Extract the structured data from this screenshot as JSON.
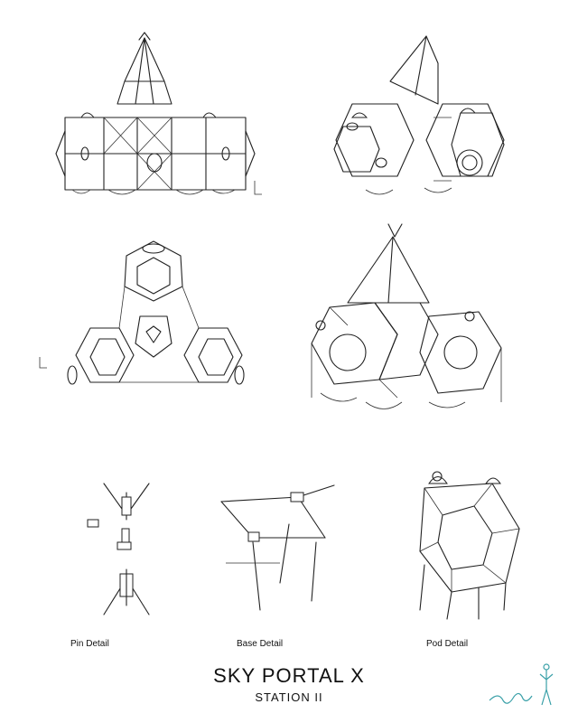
{
  "captions": {
    "pin": "Pin Detail",
    "base": "Base Detail",
    "pod": "Pod Detail"
  },
  "title": "SKY PORTAL X",
  "subtitle": "STATION II",
  "colors": {
    "line": "#222222",
    "signature": "#3aa0a8",
    "background": "#ffffff"
  }
}
